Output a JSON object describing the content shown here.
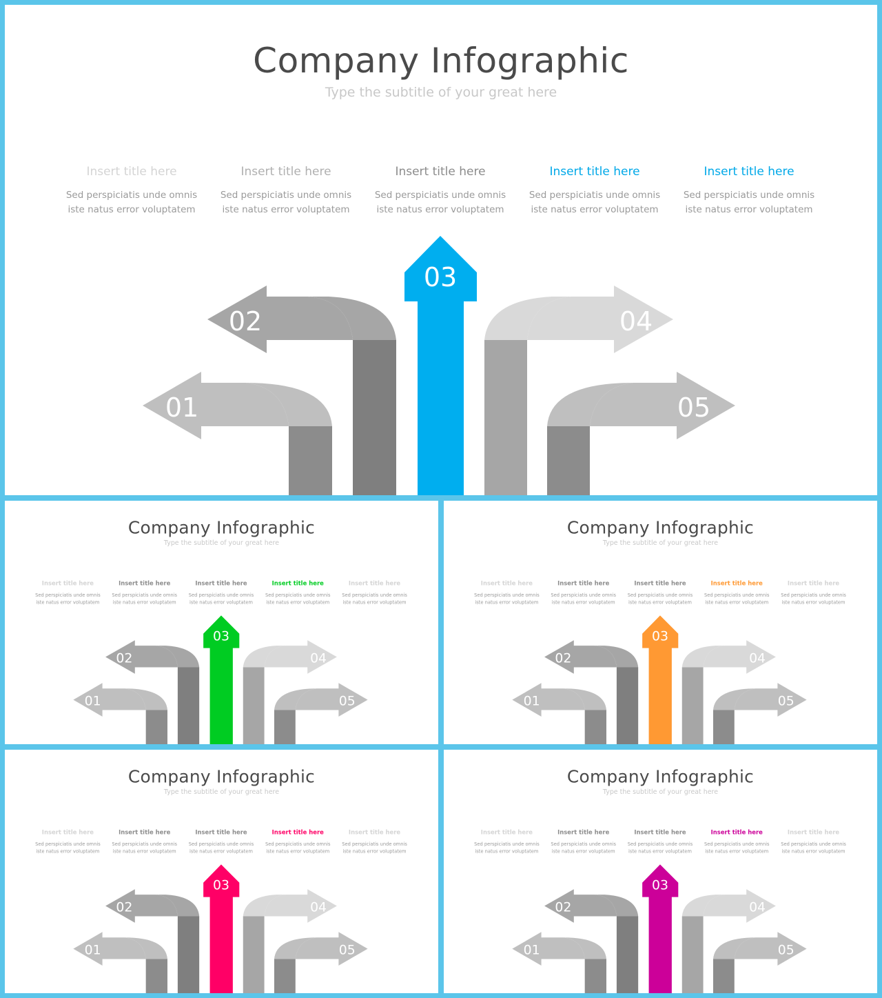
{
  "title": "Company Infographic",
  "subtitle": "Type the subtitle of your great here",
  "columns": [
    {
      "title": "Insert title here",
      "desc1": "Sed perspiciatis unde omnis",
      "desc2": "iste natus error voluptatem"
    },
    {
      "title": "Insert title here",
      "desc1": "Sed perspiciatis unde omnis",
      "desc2": "iste natus error voluptatem"
    },
    {
      "title": "Insert title here",
      "desc1": "Sed perspiciatis unde omnis",
      "desc2": "iste natus error voluptatem"
    },
    {
      "title": "Insert title here",
      "desc1": "Sed perspiciatis unde omnis",
      "desc2": "iste natus error voluptatem"
    },
    {
      "title": "Insert title here",
      "desc1": "Sed perspiciatis unde omnis",
      "desc2": "iste natus error voluptatem"
    }
  ],
  "arrows": [
    {
      "label": "01"
    },
    {
      "label": "02"
    },
    {
      "label": "03"
    },
    {
      "label": "04"
    },
    {
      "label": "05"
    }
  ],
  "variants": [
    {
      "accent": "#00aeef",
      "highlight": [
        3,
        4
      ]
    },
    {
      "accent": "#00cc22",
      "highlight": [
        3
      ]
    },
    {
      "accent": "#ff9933",
      "highlight": [
        3
      ]
    },
    {
      "accent": "#ff0066",
      "highlight": [
        3
      ]
    },
    {
      "accent": "#cc0099",
      "highlight": [
        3
      ]
    }
  ],
  "colors": {
    "light": "#d9d9d9",
    "mid": "#bfbfbf",
    "midDark": "#a6a6a6",
    "dark": "#8c8c8c",
    "darkest": "#7f7f7f"
  }
}
